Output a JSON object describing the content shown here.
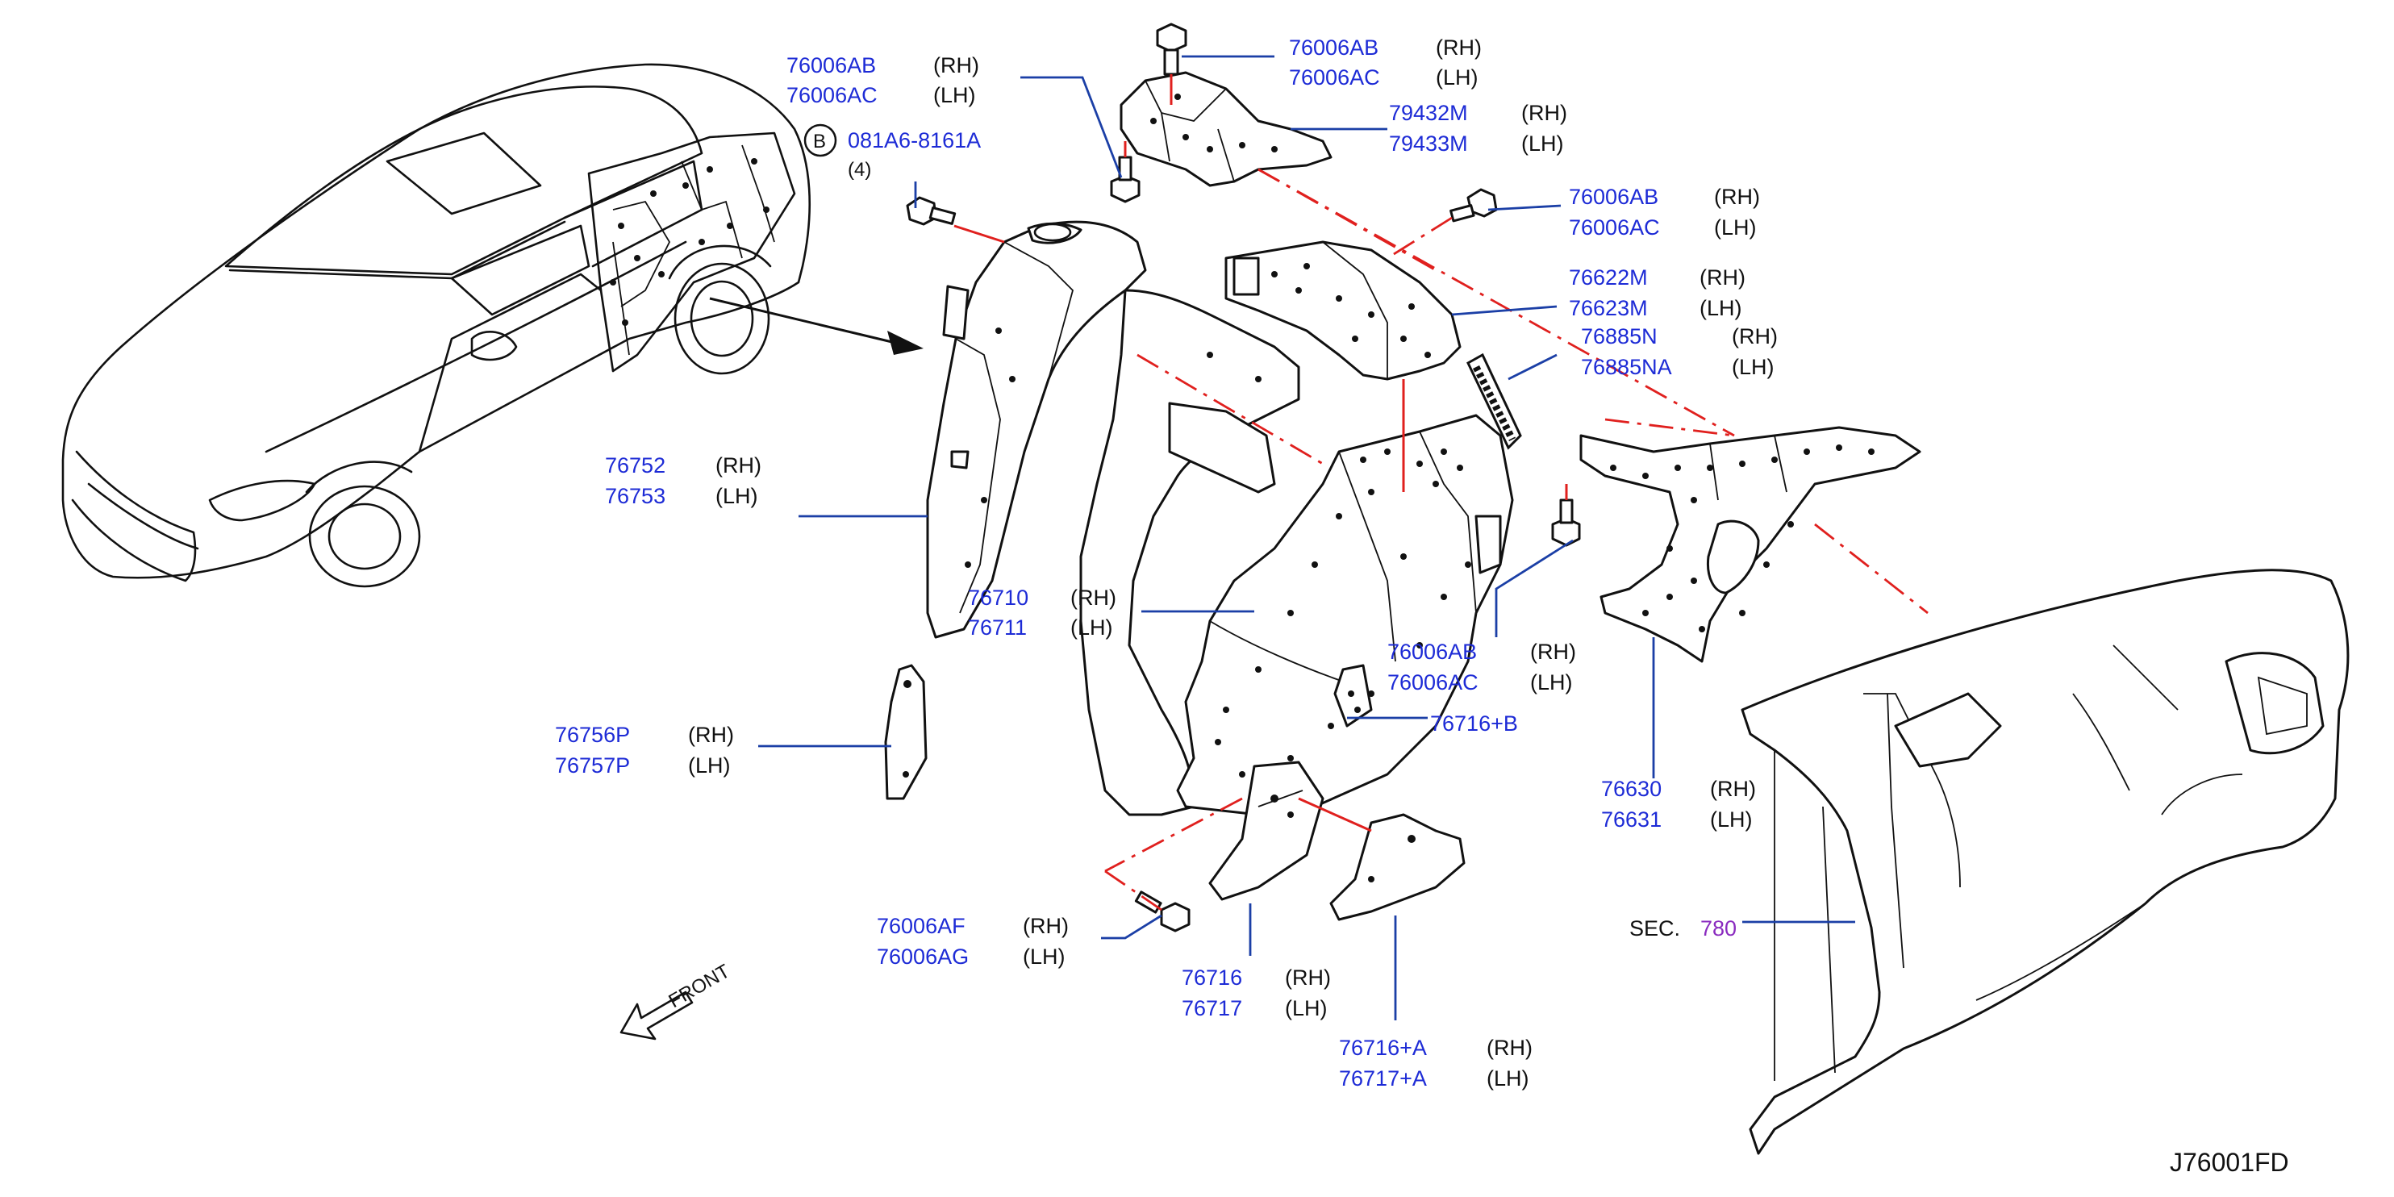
{
  "diagram": {
    "ref_code": "J76001FD",
    "front_label": "FRONT",
    "callouts": [
      {
        "id": "c1",
        "pn1": "76006AB",
        "s1": "(RH)",
        "pn2": "76006AC",
        "s2": "(LH)"
      },
      {
        "id": "c2",
        "circle": "B",
        "pn1": "081A6-8161A",
        "qty": "(4)"
      },
      {
        "id": "c3",
        "pn1": "76006AB",
        "s1": "(RH)",
        "pn2": "76006AC",
        "s2": "(LH)"
      },
      {
        "id": "c4",
        "pn1": "79432M",
        "s1": "(RH)",
        "pn2": "79433M",
        "s2": "(LH)"
      },
      {
        "id": "c5",
        "pn1": "76006AB",
        "s1": "(RH)",
        "pn2": "76006AC",
        "s2": "(LH)"
      },
      {
        "id": "c6",
        "pn1": "76622M",
        "s1": "(RH)",
        "pn2": "76623M",
        "s2": "(LH)"
      },
      {
        "id": "c7",
        "pn1": "76885N",
        "s1": "(RH)",
        "pn2": "76885NA",
        "s2": "(LH)"
      },
      {
        "id": "c8",
        "pn1": "76752",
        "s1": "(RH)",
        "pn2": "76753",
        "s2": "(LH)"
      },
      {
        "id": "c9",
        "pn1": "76710",
        "s1": "(RH)",
        "pn2": "76711",
        "s2": "(LH)"
      },
      {
        "id": "c10",
        "pn1": "76006AB",
        "s1": "(RH)",
        "pn2": "76006AC",
        "s2": "(LH)"
      },
      {
        "id": "c11",
        "pn1": "76716+B"
      },
      {
        "id": "c12",
        "pn1": "76756P",
        "s1": "(RH)",
        "pn2": "76757P",
        "s2": "(LH)"
      },
      {
        "id": "c13",
        "pn1": "76630",
        "s1": "(RH)",
        "pn2": "76631",
        "s2": "(LH)"
      },
      {
        "id": "c14",
        "pn1": "76006AF",
        "s1": "(RH)",
        "pn2": "76006AG",
        "s2": "(LH)"
      },
      {
        "id": "c15",
        "pn1": "76716",
        "s1": "(RH)",
        "pn2": "76717",
        "s2": "(LH)"
      },
      {
        "id": "c16",
        "pn1": "76716+A",
        "s1": "(RH)",
        "pn2": "76717+A",
        "s2": "(LH)"
      },
      {
        "id": "c17",
        "sec_label": "SEC.",
        "sec_num": "780"
      }
    ]
  }
}
